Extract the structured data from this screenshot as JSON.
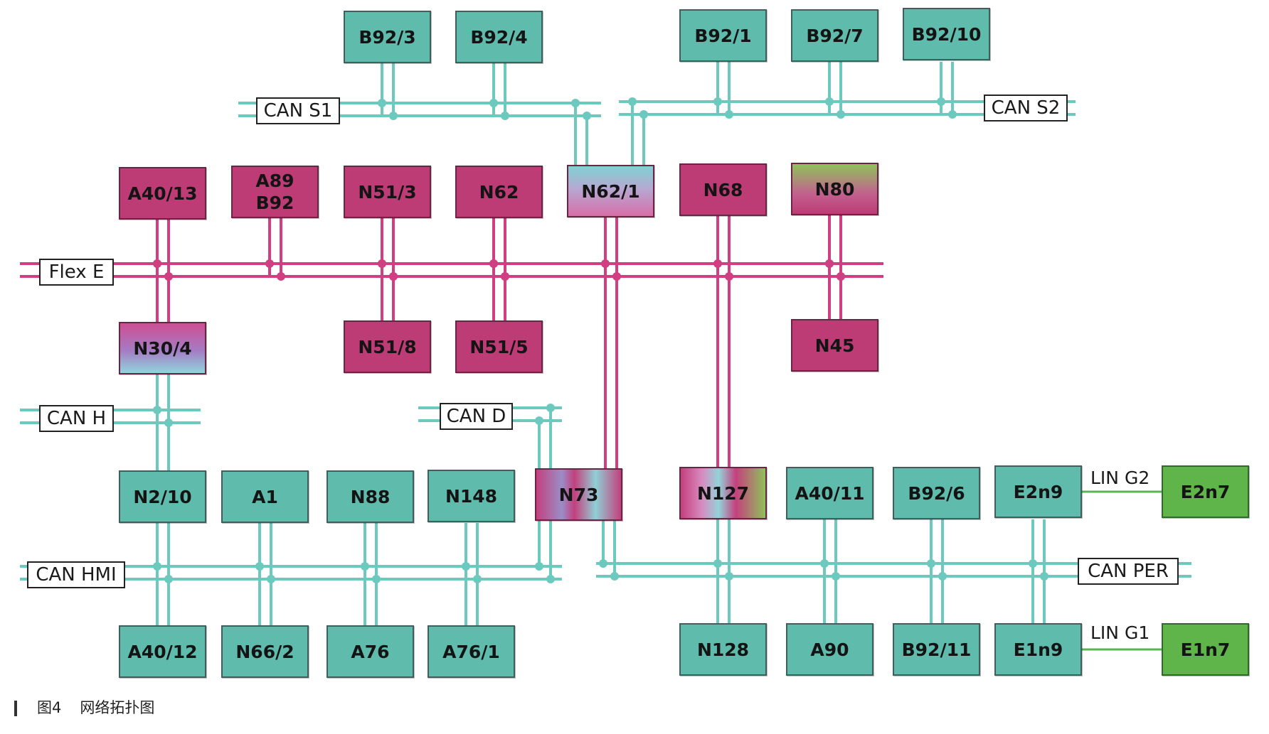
{
  "diagram": {
    "colors": {
      "can_bus": "#6cc9bd",
      "flexray_bus": "#cf3f82",
      "lin_bus": "#58b552"
    },
    "buses": {
      "can_s1": "CAN S1",
      "can_s2": "CAN S2",
      "flex_e": "Flex E",
      "can_h": "CAN H",
      "can_d": "CAN D",
      "can_hmi": "CAN HMI",
      "can_per": "CAN PER",
      "lin_g2": "LIN G2",
      "lin_g1": "LIN G1"
    },
    "nodes": {
      "b92_3": "B92/3",
      "b92_4": "B92/4",
      "b92_1": "B92/1",
      "b92_7": "B92/7",
      "b92_10": "B92/10",
      "a40_13": "A40/13",
      "a89_b92": "A89\nB92",
      "n51_3": "N51/3",
      "n62": "N62",
      "n62_1": "N62/1",
      "n68": "N68",
      "n80": "N80",
      "n30_4": "N30/4",
      "n51_8": "N51/8",
      "n51_5": "N51/5",
      "n45": "N45",
      "n2_10": "N2/10",
      "a1": "A1",
      "n88": "N88",
      "n148": "N148",
      "n73": "N73",
      "n127": "N127",
      "a40_11": "A40/11",
      "b92_6": "B92/6",
      "e2n9": "E2n9",
      "e2n7": "E2n7",
      "a40_12": "A40/12",
      "n66_2": "N66/2",
      "a76": "A76",
      "a76_1": "A76/1",
      "n128": "N128",
      "a90": "A90",
      "b92_11": "B92/11",
      "e1n9": "E1n9",
      "e1n7": "E1n7"
    }
  },
  "caption": {
    "figure": "图4",
    "title": "网络拓扑图"
  }
}
